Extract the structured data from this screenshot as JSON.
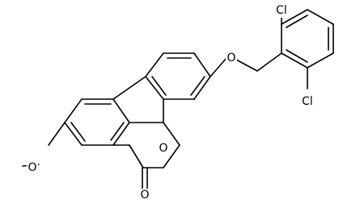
{
  "atoms": {
    "cl_top": "Cl",
    "cl_bottom": "Cl",
    "o_ether": "O",
    "o_ring": "O",
    "o_carbonyl": "O",
    "o_methoxy": "O"
  },
  "colors": {
    "background": "#ffffff",
    "ink": "#000000"
  }
}
